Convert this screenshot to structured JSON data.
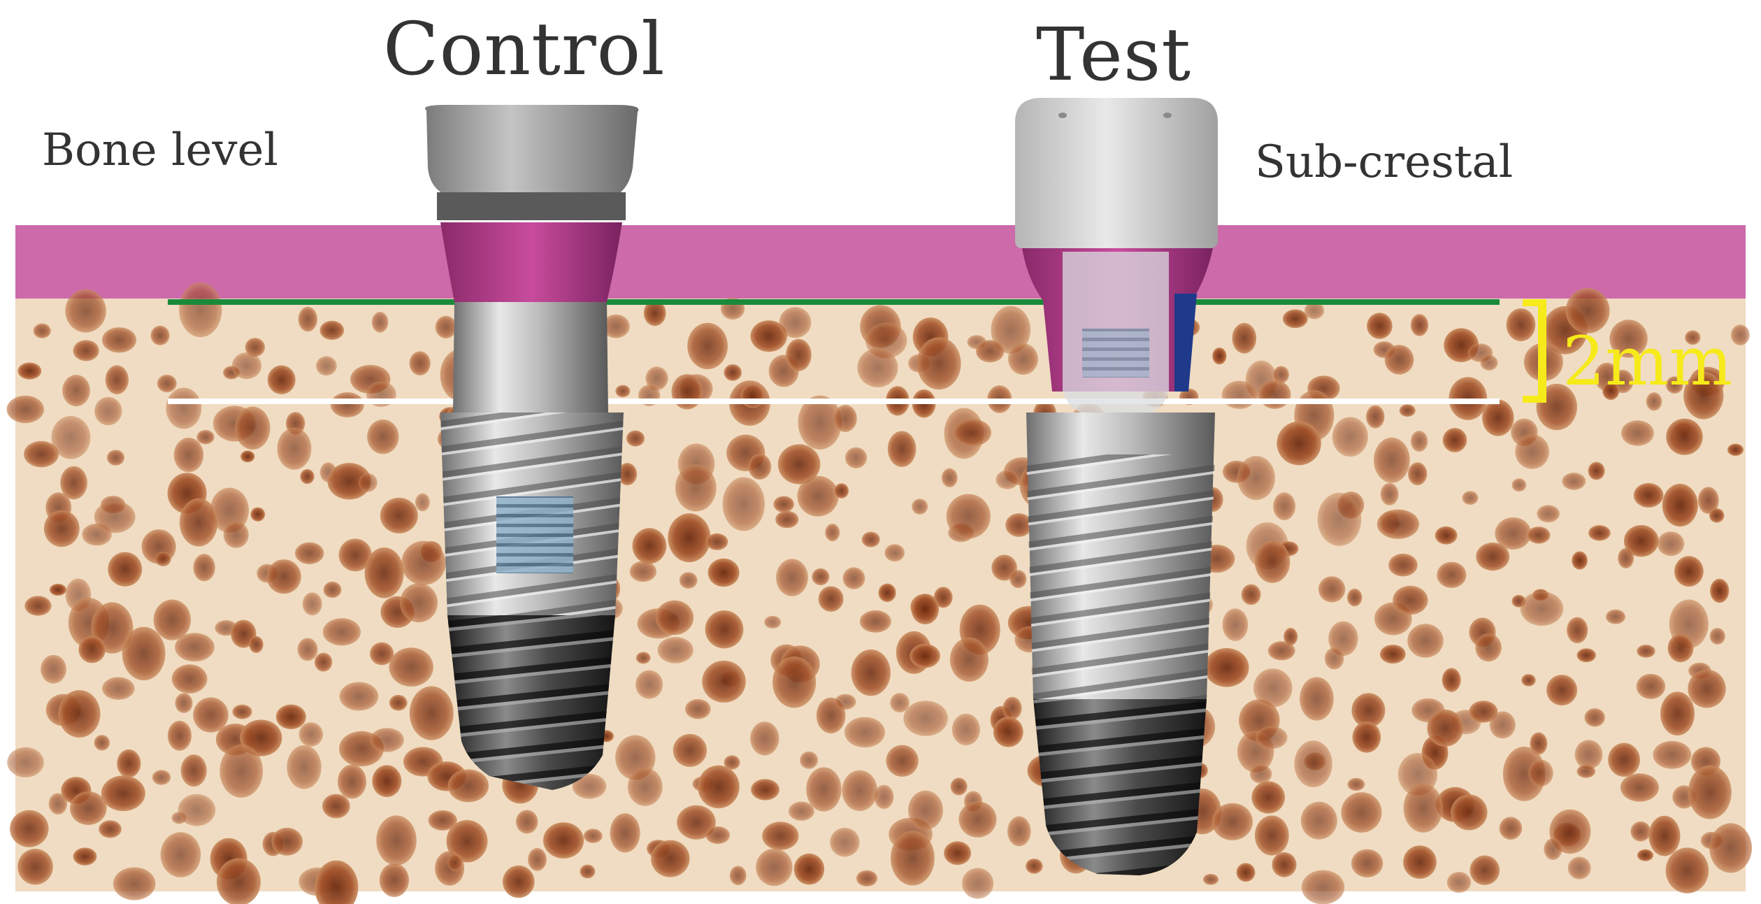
{
  "figure": {
    "title_control": "Control",
    "title_test": "Test",
    "label_left": "Bone level",
    "label_right": "Sub-crestal",
    "measurement": "2mm"
  },
  "colors": {
    "gingiva": "#cc6aaa",
    "bone_base": "#f0dcc2",
    "bone_pore": "#8a3a18",
    "crest_line": "#1a8a3a",
    "reference_line": "#ffffff",
    "bracket": "#f6ea1a",
    "implant_light": "#d8d8d8",
    "implant_dark": "#3a3a3a",
    "abutment_pink": "#b43a8a",
    "abutment_blue": "#1f3a8a"
  }
}
